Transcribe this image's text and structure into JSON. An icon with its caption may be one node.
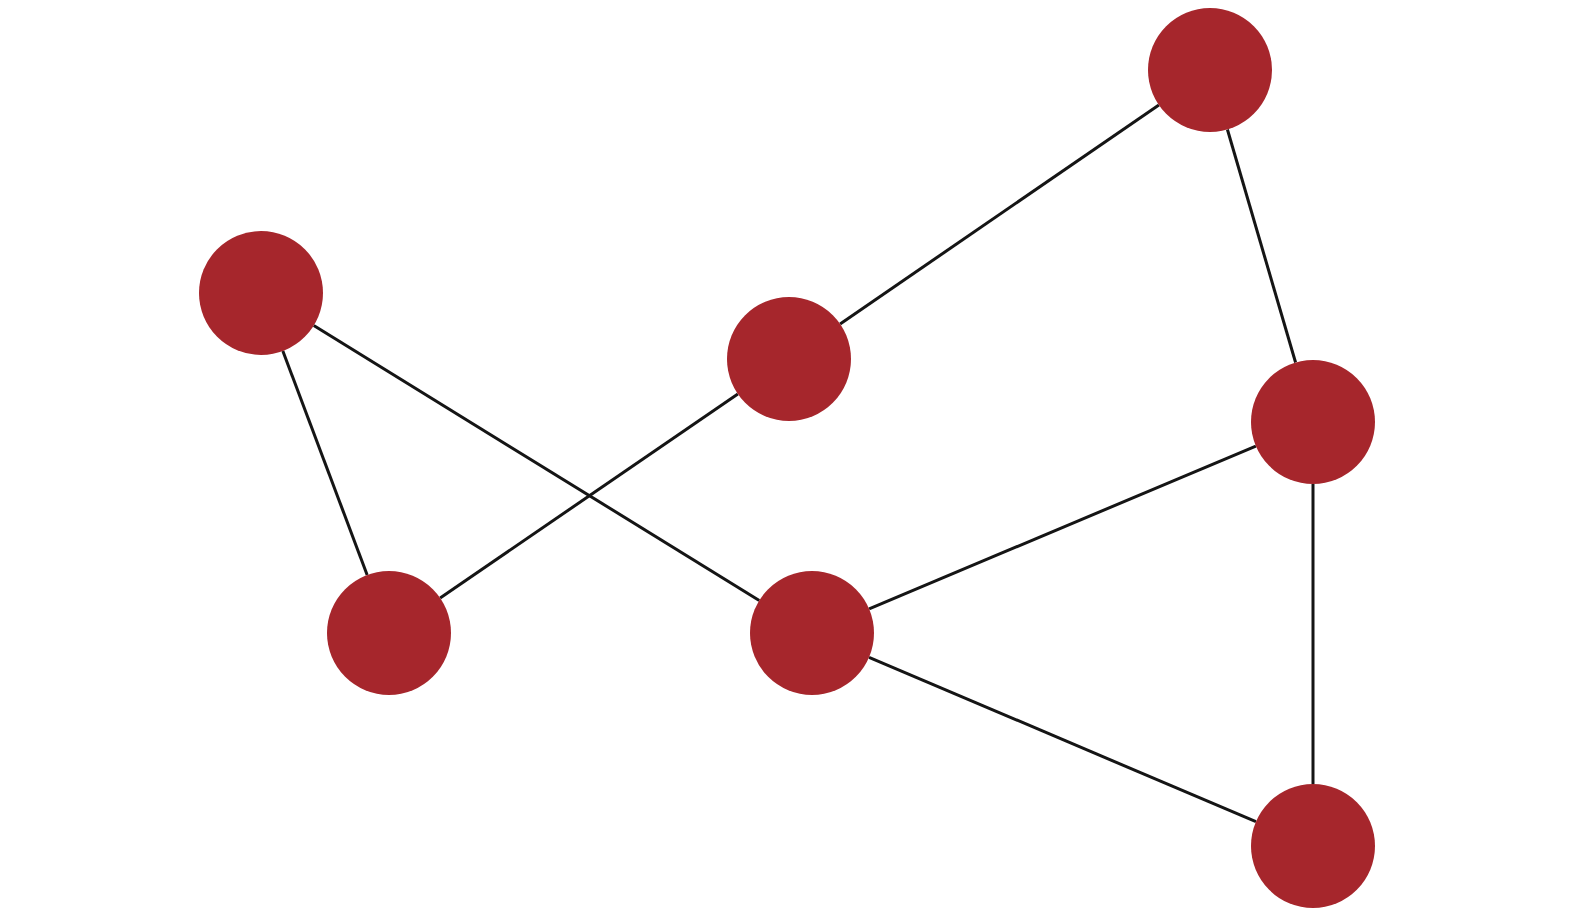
{
  "diagram": {
    "nodes": [
      {
        "text": [],
        "shape": "circle"
      },
      {
        "text": [],
        "shape": "circle"
      },
      {
        "text": [],
        "shape": "circle"
      },
      {
        "text": [],
        "shape": "circle"
      },
      {
        "text": [],
        "shape": "circle"
      },
      {
        "text": [],
        "shape": "circle"
      },
      {
        "text": [],
        "shape": "circle"
      }
    ],
    "edges": [
      {
        "from": 0,
        "to": 2,
        "arrow": "none"
      },
      {
        "from": 0,
        "to": 3,
        "arrow": "none"
      },
      {
        "from": 1,
        "to": 4,
        "arrow": "none"
      },
      {
        "from": 1,
        "to": 5,
        "arrow": "none"
      },
      {
        "from": 2,
        "to": 4,
        "arrow": "none"
      },
      {
        "from": 3,
        "to": 5,
        "arrow": "none"
      },
      {
        "from": 3,
        "to": 6,
        "arrow": "none"
      },
      {
        "from": 5,
        "to": 6,
        "arrow": "none"
      }
    ]
  }
}
